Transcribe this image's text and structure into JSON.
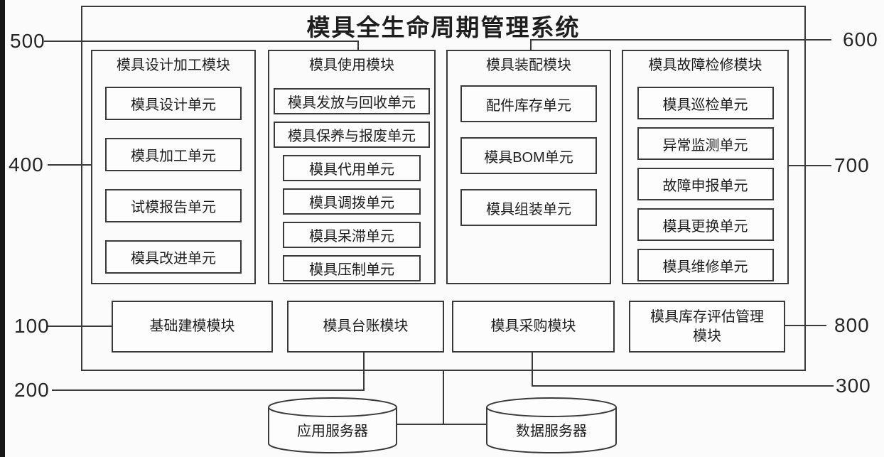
{
  "title": "模具全生命周期管理系统",
  "columns": [
    {
      "header": "模具设计加工模块",
      "units": [
        "模具设计单元",
        "模具加工单元",
        "试模报告单元",
        "模具改进单元"
      ]
    },
    {
      "header": "模具使用模块",
      "units": [
        "模具发放与回收单元",
        "模具保养与报废单元",
        "模具代用单元",
        "模具调拨单元",
        "模具呆滞单元",
        "模具压制单元"
      ]
    },
    {
      "header": "模具装配模块",
      "units": [
        "配件库存单元",
        "模具BOM单元",
        "模具组装单元"
      ]
    },
    {
      "header": "模具故障检修模块",
      "units": [
        "模具巡检单元",
        "异常监测单元",
        "故障申报单元",
        "模具更换单元",
        "模具维修单元"
      ]
    }
  ],
  "bottom_modules": [
    "基础建模模块",
    "模具台账模块",
    "模具采购模块",
    "模具库存评估管理模块"
  ],
  "servers": [
    "应用服务器",
    "数据服务器"
  ],
  "reference_labels": {
    "n100": "100",
    "n200": "200",
    "n300": "300",
    "n400": "400",
    "n500": "500",
    "n600": "600",
    "n700": "700",
    "n800": "800"
  },
  "colors": {
    "line": "#3a3a3a",
    "text": "#1e1e1e",
    "background": "#fbfbfb",
    "left_edge_strip": "#161616"
  }
}
